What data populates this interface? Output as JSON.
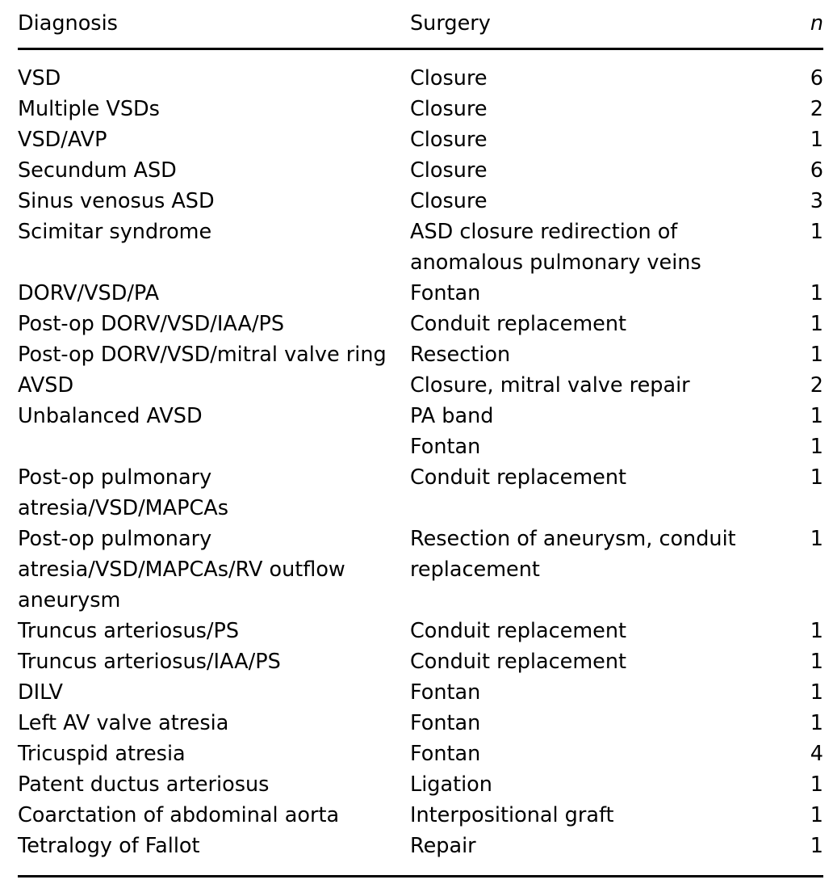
{
  "table": {
    "columns": [
      {
        "key": "diagnosis",
        "label": "Diagnosis",
        "align": "left",
        "italic": false
      },
      {
        "key": "surgery",
        "label": "Surgery",
        "align": "left",
        "italic": false
      },
      {
        "key": "n",
        "label": "n",
        "align": "right",
        "italic": true
      }
    ],
    "rows": [
      {
        "diagnosis": "VSD",
        "surgery": "Closure",
        "n": "6"
      },
      {
        "diagnosis": "Multiple VSDs",
        "surgery": "Closure",
        "n": "2"
      },
      {
        "diagnosis": "VSD/AVP",
        "surgery": "Closure",
        "n": "1"
      },
      {
        "diagnosis": "Secundum ASD",
        "surgery": "Closure",
        "n": "6"
      },
      {
        "diagnosis": "Sinus venosus ASD",
        "surgery": "Closure",
        "n": "3"
      },
      {
        "diagnosis": "Scimitar syndrome",
        "surgery": "ASD closure redirection of anomalous pulmonary veins",
        "n": "1"
      },
      {
        "diagnosis": "DORV/VSD/PA",
        "surgery": "Fontan",
        "n": "1"
      },
      {
        "diagnosis": "Post-op DORV/VSD/IAA/PS",
        "surgery": "Conduit replacement",
        "n": "1"
      },
      {
        "diagnosis": "Post-op DORV/VSD/mitral valve ring",
        "surgery": "Resection",
        "n": "1"
      },
      {
        "diagnosis": "AVSD",
        "surgery": "Closure, mitral valve repair",
        "n": "2"
      },
      {
        "diagnosis": "Unbalanced AVSD",
        "surgery": "PA band",
        "n": "1"
      },
      {
        "diagnosis": "",
        "surgery": "Fontan",
        "n": "1"
      },
      {
        "diagnosis": "Post-op pulmonary atresia/VSD/MAPCAs",
        "surgery": "Conduit replacement",
        "n": "1"
      },
      {
        "diagnosis": "Post-op pulmonary atresia/VSD/MAPCAs/RV outflow aneurysm",
        "surgery": "Resection of aneurysm, conduit replacement",
        "n": "1"
      },
      {
        "diagnosis": "Truncus arteriosus/PS",
        "surgery": "Conduit replacement",
        "n": "1"
      },
      {
        "diagnosis": "Truncus arteriosus/IAA/PS",
        "surgery": "Conduit replacement",
        "n": "1"
      },
      {
        "diagnosis": "DILV",
        "surgery": "Fontan",
        "n": "1"
      },
      {
        "diagnosis": "Left AV valve atresia",
        "surgery": "Fontan",
        "n": "1"
      },
      {
        "diagnosis": "Tricuspid atresia",
        "surgery": "Fontan",
        "n": "4"
      },
      {
        "diagnosis": "Patent ductus arteriosus",
        "surgery": "Ligation",
        "n": "1"
      },
      {
        "diagnosis": "Coarctation of abdominal aorta",
        "surgery": "Interpositional graft",
        "n": "1"
      },
      {
        "diagnosis": "Tetralogy of Fallot",
        "surgery": "Repair",
        "n": "1"
      }
    ]
  }
}
